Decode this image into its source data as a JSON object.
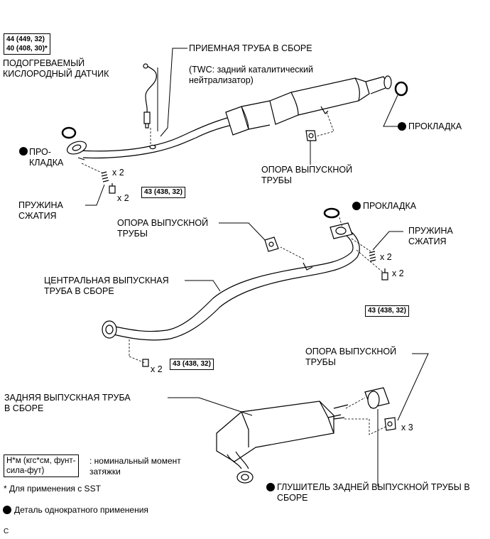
{
  "torque": {
    "o2_a": "44 (449, 32)",
    "o2_b": "40 (408, 30)*",
    "front_bolt": "43 (438, 32)",
    "center_bolt": "43 (438, 32)",
    "rear_bolt": "43 (438, 32)"
  },
  "labels": {
    "o2_sensor_1": "ПОДОГРЕВАЕМЫЙ",
    "o2_sensor_2": "КИСЛОРОДНЫЙ ДАТЧИК",
    "front_pipe": "ПРИЕМНАЯ ТРУБА В СБОРЕ",
    "twc_1": "(TWC: задний каталитический",
    "twc_2": "нейтрализатор)",
    "gasket_right": "ПРОКЛАДКА",
    "gasket_left_1": "ПРО-",
    "gasket_left_2": "КЛАДКА",
    "support_1_1": "ОПОРА ВЫПУСКНОЙ",
    "support_1_2": "ТРУБЫ",
    "x2_a": "x 2",
    "x2_b": "x 2",
    "spring_1_1": "ПРУЖИНА",
    "spring_1_2": "СЖАТИЯ",
    "gasket_mid": "ПРОКЛАДКА",
    "support_2_1": "ОПОРА ВЫПУСКНОЙ",
    "support_2_2": "ТРУБЫ",
    "spring_2_1": "ПРУЖИНА",
    "spring_2_2": "СЖАТИЯ",
    "x2_c": "x 2",
    "x2_d": "x 2",
    "center_pipe_1": "ЦЕНТРАЛЬНАЯ ВЫПУСКНАЯ",
    "center_pipe_2": "ТРУБА В СБОРЕ",
    "x2_e": "x 2",
    "support_3_1": "ОПОРА ВЫПУСКНОЙ",
    "support_3_2": "ТРУБЫ",
    "rear_pipe_1": "ЗАДНЯЯ ВЫПУСКНАЯ ТРУБА",
    "rear_pipe_2": "В СБОРЕ",
    "x3": "x 3",
    "muffler_1": "ГЛУШИТЕЛЬ ЗАДНЕЙ ВЫПУСКНОЙ ТРУБЫ В",
    "muffler_2": "СБОРЕ"
  },
  "legend": {
    "torque_box_1": "Н*м (кгс*см, фунт-",
    "torque_box_2": "сила-фут)",
    "torque_desc_1": ": номинальный момент",
    "torque_desc_2": "затяжки",
    "sst_note": "* Для применения с SST",
    "single_use": "Деталь однократного применения",
    "corner_mark": "C"
  }
}
